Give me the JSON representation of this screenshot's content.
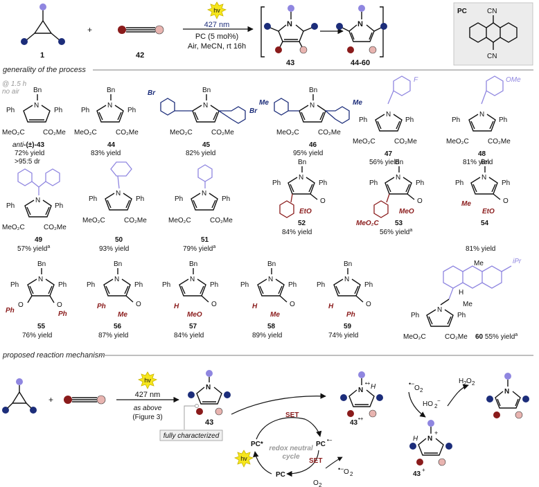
{
  "scheme_top": {
    "hv_label": "hv",
    "wavelength": "427 nm",
    "conditions_1": "PC (5 mol%)",
    "conditions_2": "Air, MeCN, rt 16h",
    "cmpd_aziridine": "1",
    "cmpd_alkyne": "42",
    "cmpd_intermediate": "43",
    "cmpd_products": "44-60",
    "pc_box_title": "PC",
    "pc_cn_top": "CN",
    "pc_cn_bottom": "CN"
  },
  "sections": {
    "generality": "generality of the process",
    "mechanism": "proposed reaction mechanism"
  },
  "compounds": [
    {
      "id": "anti-(±)-43",
      "yield": "72% yield",
      "extra": ">95:5 dr",
      "note1": "@ 1.5 h",
      "note2": "no air"
    },
    {
      "id": "44",
      "yield": "83% yield"
    },
    {
      "id": "45",
      "yield": "82% yield"
    },
    {
      "id": "46",
      "yield": "95% yield"
    },
    {
      "id": "47",
      "yield": "56% yield"
    },
    {
      "id": "48",
      "yield": "81% yield"
    },
    {
      "id": "49",
      "yield": "57% yield",
      "sup": "a"
    },
    {
      "id": "50",
      "yield": "93% yield"
    },
    {
      "id": "51",
      "yield": "79% yield",
      "sup": "a"
    },
    {
      "id": "52",
      "yield": "84% yield"
    },
    {
      "id": "53",
      "yield": "56% yield",
      "sup": "a"
    },
    {
      "id": "54",
      "yield": "81% yield"
    },
    {
      "id": "55",
      "yield": "76% yield"
    },
    {
      "id": "56",
      "yield": "87% yield"
    },
    {
      "id": "57",
      "yield": "84% yield"
    },
    {
      "id": "58",
      "yield": "89% yield"
    },
    {
      "id": "59",
      "yield": "74% yield"
    },
    {
      "id": "60",
      "yield": "55% yield",
      "sup": "a"
    }
  ],
  "mechanism": {
    "hv_label": "hv",
    "wavelength": "427 nm",
    "as_above": "as above",
    "figure_ref": "(Figure 3)",
    "cmpd_43": "43",
    "fully_characterized": "fully characterized",
    "set_1": "SET",
    "set_2": "SET",
    "pc_star": "PC*",
    "pc_anion": "PC",
    "pc": "PC",
    "redox_1": "redox neutral",
    "redox_2": "cycle",
    "o2": "O",
    "o2_radical": "O",
    "o2_top": "O",
    "hoo": "HO",
    "h2o2": "H",
    "radical_cation": "43",
    "cation": "43",
    "cation_sup": "+"
  },
  "colors": {
    "navy": "#1c2d7a",
    "lavender": "#8f86e0",
    "maroon": "#8a1b1b",
    "pink": "#e8b4b0",
    "hv_yellow": "#f6e61c",
    "pc_box": "#ececec"
  }
}
